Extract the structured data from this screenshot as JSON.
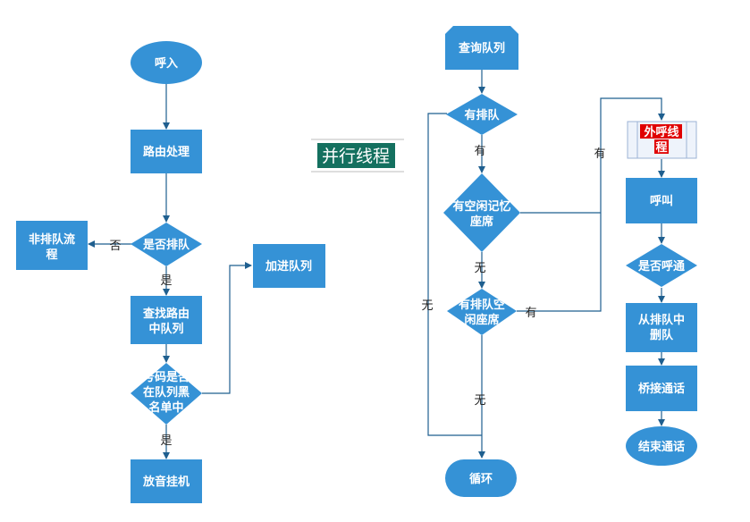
{
  "left_flow": {
    "start": "呼入",
    "route": "路由处理",
    "decision_queue": "是否排队",
    "no_queue_flow_line1": "非排队流",
    "no_queue_flow_line2": "程",
    "find_queue_line1": "查找路由",
    "find_queue_line2": "中队列",
    "blacklist_line1": "号码是否",
    "blacklist_line2": "在队列黑",
    "blacklist_line3": "名单中",
    "join_queue": "加进队列",
    "play_music": "放音挂机",
    "edge_no": "否",
    "edge_yes_1": "是",
    "edge_yes_2": "是"
  },
  "parallel_label": "并行线程",
  "right_flow": {
    "query_queue": "查询队列",
    "has_queue": "有排队",
    "idle_seat_line1": "有空闲记忆",
    "idle_seat_line2": "座席",
    "queue_idle_line1": "有排队空",
    "queue_idle_line2": "闲座席",
    "loop": "循环",
    "outbound_line1": "外呼线",
    "outbound_line2": "程",
    "call": "呼叫",
    "call_connected": "是否呼通",
    "remove_line1": "从排队中",
    "remove_line2": "删队",
    "bridge": "桥接通话",
    "end_call": "结束通话",
    "edge_has_1": "有",
    "edge_none_1": "无",
    "edge_none_2": "无",
    "edge_none_3": "无",
    "edge_has_2": "有",
    "edge_has_3": "有"
  },
  "colors": {
    "shape_fill": "#3592d6",
    "line": "#1f5f8f",
    "outbound_tag": "#e00000",
    "parallel_text": "#ffffff",
    "parallel_bg": "#14705f"
  }
}
